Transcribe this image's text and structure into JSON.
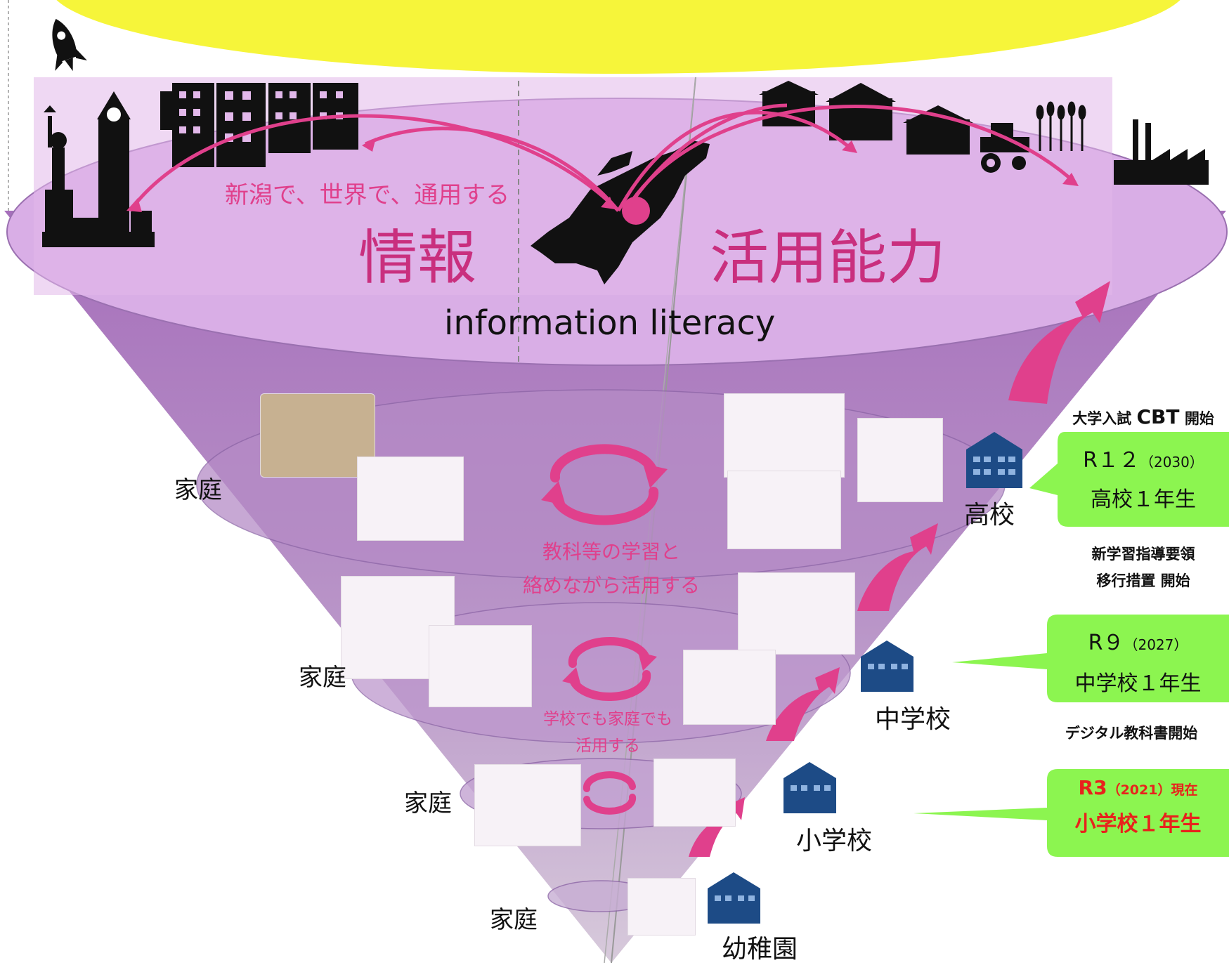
{
  "header": {
    "subtitle": "新潟で、世界で、通用する",
    "title_left": "情報",
    "title_right": "活用能力",
    "english": "information literacy"
  },
  "levels": {
    "high_home": "家庭",
    "middle_home": "家庭",
    "elementary_home": "家庭",
    "kinder_home": "家庭",
    "high_school": "高校",
    "middle_school": "中学校",
    "elementary_school": "小学校",
    "kindergarten": "幼稚園"
  },
  "captions": {
    "cycle_top_line1": "教科等の学習と",
    "cycle_top_line2": "絡めながら活用する",
    "cycle_mid_line1": "学校でも家庭でも",
    "cycle_mid_line2": "活用する"
  },
  "timeline": {
    "top_note_prefix": "大学入試",
    "top_note_cbt": "CBT",
    "top_note_suffix": "開始",
    "b1_line1": "R１２",
    "b1_year": "（2030）",
    "b1_line2": "高校１年生",
    "note2_line1": "新学習指導要領",
    "note2_line2": "移行措置 開始",
    "b2_line1": "R９",
    "b2_year": "（2027）",
    "b2_line2": "中学校１年生",
    "note3": "デジタル教科書開始",
    "b3_line1": "R3",
    "b3_year": "（2021）",
    "b3_now": "現在",
    "b3_line2": "小学校１年生"
  },
  "colors": {
    "accent_pink": "#e0408c",
    "bubble_green": "#8cf550",
    "sun_yellow": "#f6f53a",
    "cone_purple": "#b07fc3",
    "school_blue": "#1d4b86",
    "current_red": "#e8221c"
  },
  "icons": [
    "rocket-icon",
    "statue-of-liberty-icon",
    "clock-tower-icon",
    "office-building-icon",
    "house-icon",
    "tractor-icon",
    "wheat-icon",
    "factory-icon",
    "niigata-map-icon",
    "cycle-arrows-icon",
    "school-building-icon",
    "up-arrow-icon"
  ]
}
